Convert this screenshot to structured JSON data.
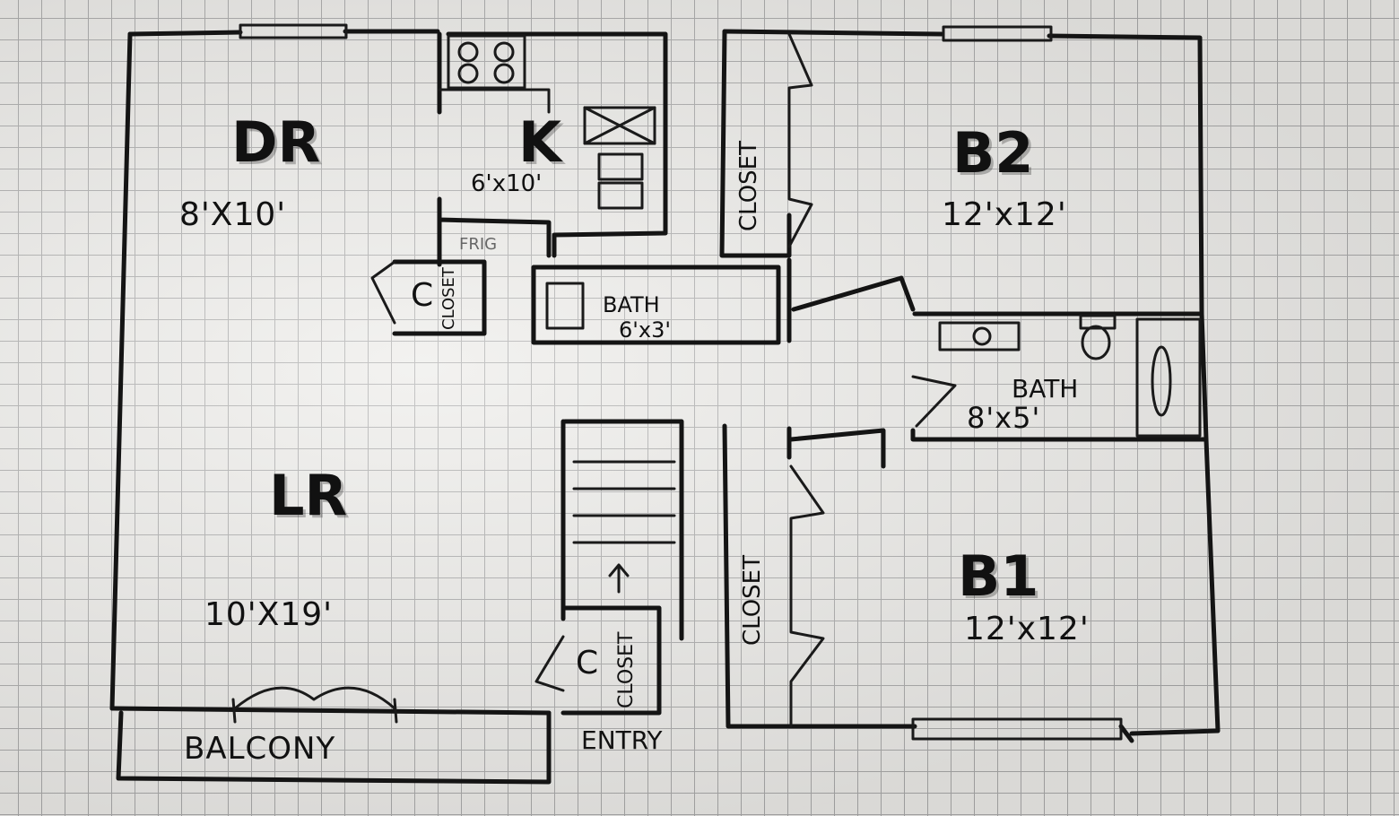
{
  "rooms": {
    "dr": {
      "name": "DR",
      "dims": "8'X10'"
    },
    "k": {
      "name": "K",
      "dims": "6'x10'"
    },
    "lr": {
      "name": "LR",
      "dims": "10'X19'"
    },
    "b2": {
      "name": "B2",
      "dims": "12'x12'"
    },
    "b1": {
      "name": "B1",
      "dims": "12'x12'"
    },
    "bath_small": {
      "name": "BATH",
      "dims": "6'x3'"
    },
    "bath_large": {
      "name": "BATH",
      "dims": "8'x5'"
    }
  },
  "fixtures": {
    "frig": "FRIG",
    "closet_label": "CLOSET",
    "closet_mark": "C"
  },
  "exterior": {
    "balcony": "BALCONY",
    "entry": "ENTRY"
  }
}
